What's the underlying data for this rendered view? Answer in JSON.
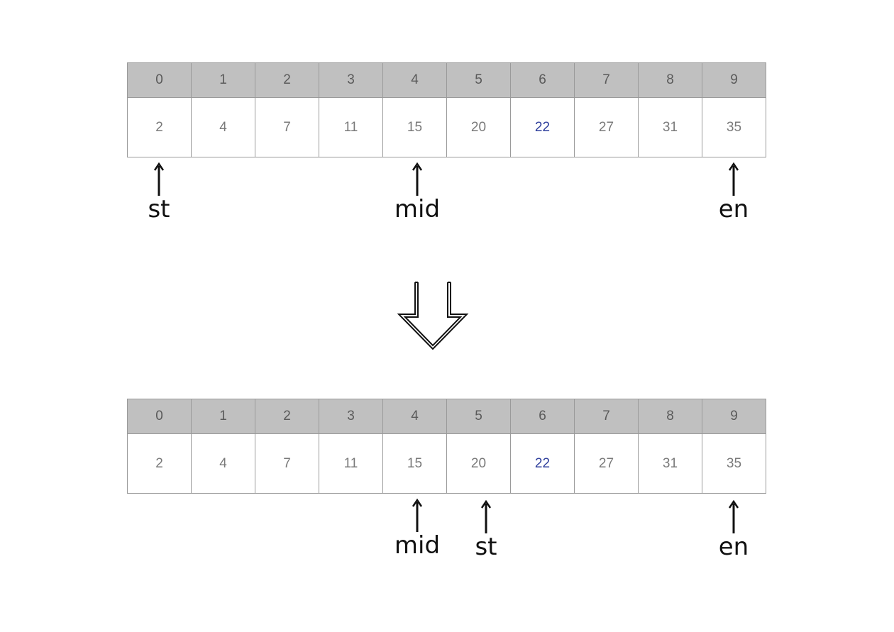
{
  "diagram": {
    "array_top": {
      "indices": [
        "0",
        "1",
        "2",
        "3",
        "4",
        "5",
        "6",
        "7",
        "8",
        "9"
      ],
      "values": [
        "2",
        "4",
        "7",
        "11",
        "15",
        "20",
        "22",
        "27",
        "31",
        "35"
      ],
      "target_index": 6,
      "pointers": [
        {
          "label": "st",
          "index": 0
        },
        {
          "label": "mid",
          "index": 4
        },
        {
          "label": "en",
          "index": 9
        }
      ]
    },
    "array_bottom": {
      "indices": [
        "0",
        "1",
        "2",
        "3",
        "4",
        "5",
        "6",
        "7",
        "8",
        "9"
      ],
      "values": [
        "2",
        "4",
        "7",
        "11",
        "15",
        "20",
        "22",
        "27",
        "31",
        "35"
      ],
      "target_index": 6,
      "pointers": [
        {
          "label": "mid",
          "index": 4
        },
        {
          "label": "st",
          "index": 5
        },
        {
          "label": "en",
          "index": 9
        }
      ]
    },
    "colors": {
      "header_bg": "#c0c0c0",
      "cell_border": "#9a9a9a",
      "target_value": "#2f3f9c",
      "value_text": "#7a7a7a",
      "pointer": "#111111"
    },
    "transition_icon": "down-arrow-icon"
  }
}
